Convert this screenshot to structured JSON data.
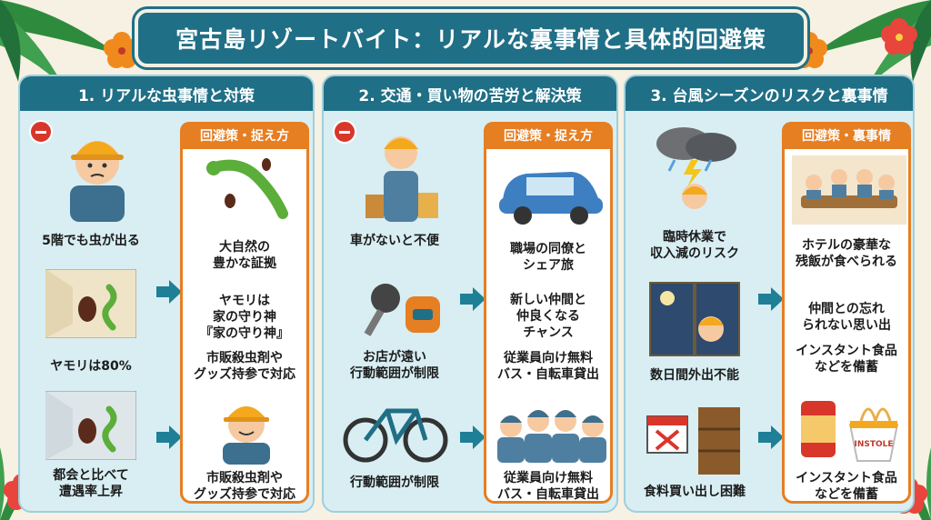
{
  "title": "宮古島リゾートバイト：リアルな裏事情と具体的回避策",
  "colors": {
    "teal": "#1f6f86",
    "orange": "#e67e22",
    "panel": "#d8eef3",
    "danger": "#d9362b"
  },
  "columns": [
    {
      "heading": "1. リアルな虫事情と対策",
      "right_heading": "回避策・捉え方",
      "left_labels": [
        "5階でも虫が出る",
        "ヤモリは80%",
        "都会と比べて\n遭遇率上昇"
      ],
      "right_labels": [
        "大自然の\n豊かな証拠",
        "ヤモリは\n家の守り神\n『家の守り神』",
        "市販殺虫剤や\nグッズ持参で対応",
        "市販殺虫剤や\nグッズ持参で対応"
      ]
    },
    {
      "heading": "2. 交通・買い物の苦労と解決策",
      "right_heading": "回避策・捉え方",
      "left_labels": [
        "車がないと不便",
        "お店が遠い\n行動範囲が制限",
        "行動範囲が制限"
      ],
      "right_labels": [
        "職場の同僚と\nシェア旅",
        "新しい仲間と\n仲良くなる\nチャンス",
        "従業員向け無料\nバス・自転車貸出",
        "従業員向け無料\nバス・自転車貸出"
      ]
    },
    {
      "heading": "3. 台風シーズンのリスクと裏事情",
      "right_heading": "回避策・裏事情",
      "left_labels": [
        "臨時休業で\n収入減のリスク",
        "数日間外出不能",
        "食料買い出し困難"
      ],
      "right_labels": [
        "ホテルの豪華な\n残飯が食べられる",
        "仲間との忘れ\nられない思い出",
        "インスタント食品\nなどを備蓄",
        "インスタント食品\nなどを備蓄"
      ]
    }
  ],
  "noodle_cup_text": "INSTOLE",
  "icons": [
    "leaf-icon",
    "hibiscus-icon",
    "minus-icon",
    "arrow-icon"
  ]
}
